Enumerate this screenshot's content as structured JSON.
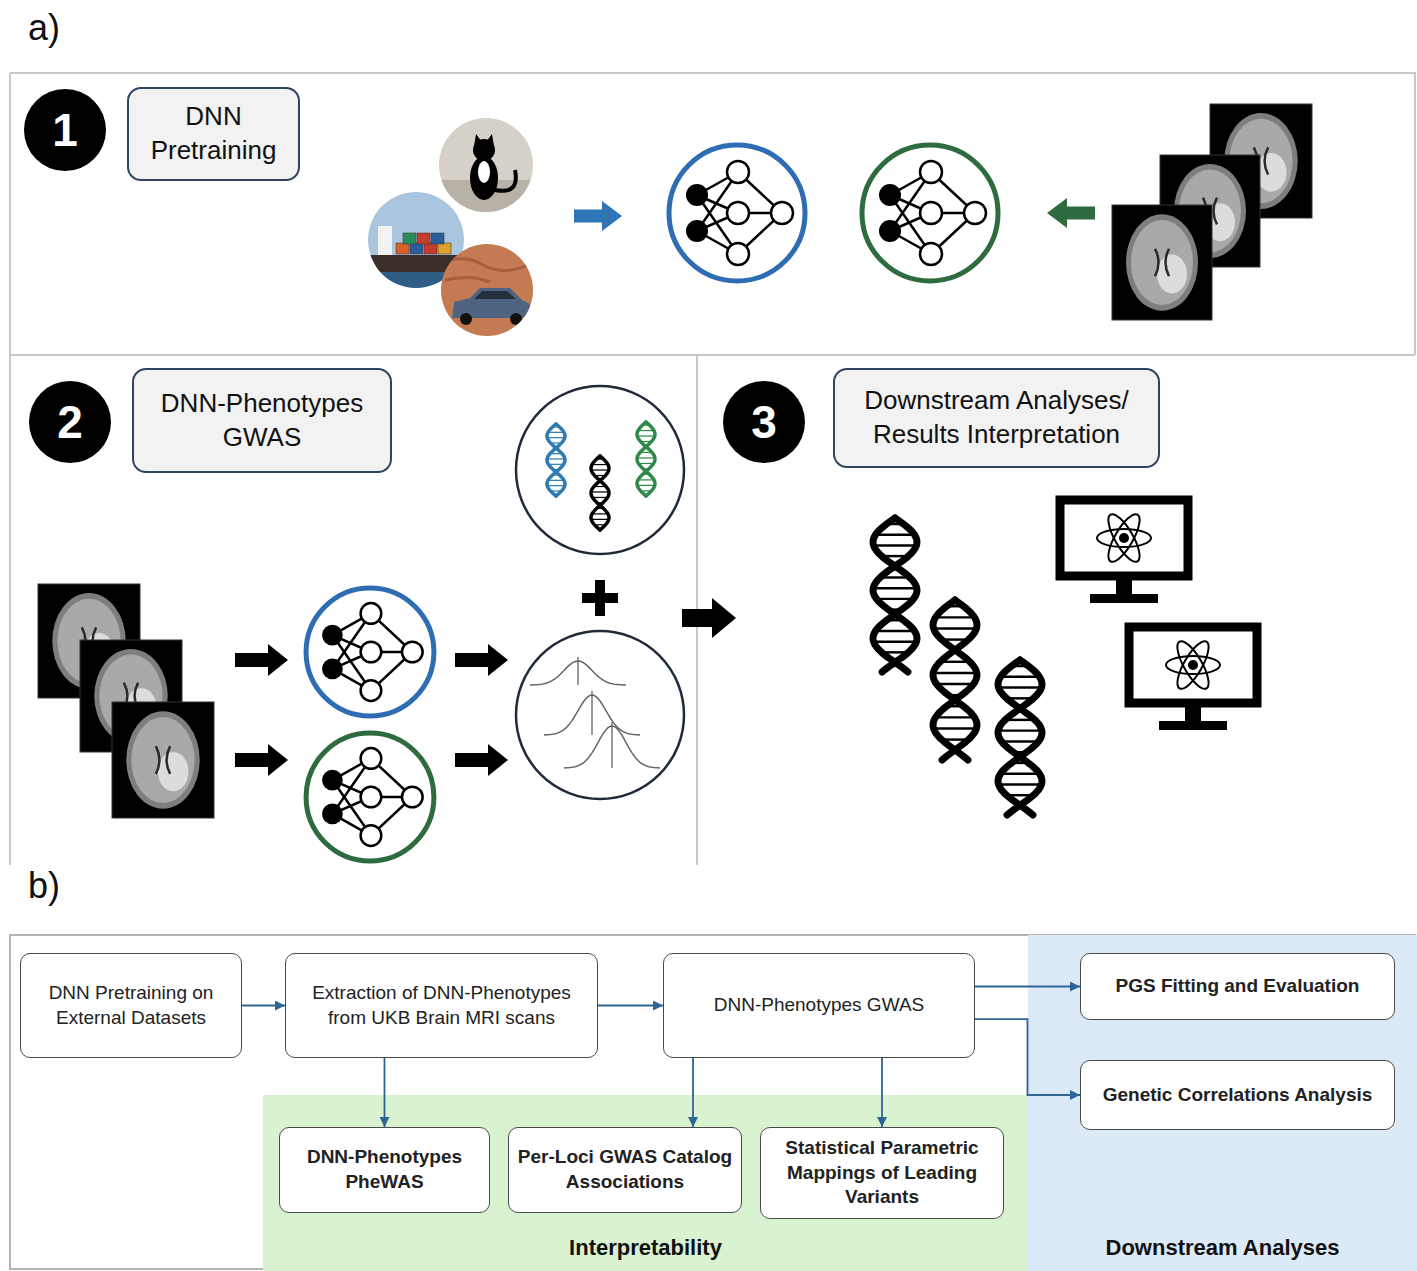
{
  "diagram": {
    "nodes": [
      {
        "text": [
          "1"
        ]
      },
      {
        "text": [
          "DNN Pretraining"
        ]
      },
      {
        "text": [
          "2"
        ]
      },
      {
        "text": [
          "DNN-Phenotypes GWAS"
        ]
      },
      {
        "text": [
          "3"
        ]
      },
      {
        "text": [
          "Downstream Analyses/ Results Interpretation"
        ]
      },
      {
        "text": [
          "DNN Pretraining on External Datasets"
        ]
      },
      {
        "text": [
          "Extraction of DNN-Phenotypes from UKB Brain MRI scans"
        ]
      },
      {
        "text": [
          "DNN-Phenotypes GWAS"
        ]
      },
      {
        "text": [
          "Interpretability"
        ]
      },
      {
        "text": [
          "DNN-Phenotypes PheWAS"
        ],
        "in": 9
      },
      {
        "text": [
          "Per-Loci GWAS Catalog Associations"
        ],
        "in": 9
      },
      {
        "text": [
          "Statistical Parametric Mappings of Leading Variants"
        ],
        "in": 9
      },
      {
        "text": [
          "Downstream Analyses"
        ]
      },
      {
        "text": [
          "PGS Fitting and Evaluation"
        ],
        "in": 13
      },
      {
        "text": [
          "Genetic Correlations Analysis"
        ],
        "in": 13
      }
    ],
    "edges": [
      {
        "from": 6,
        "to": 7,
        "arrow": "to"
      },
      {
        "from": 7,
        "to": 8,
        "arrow": "to"
      },
      {
        "from": 7,
        "to": 10,
        "arrow": "to"
      },
      {
        "from": 8,
        "to": 11,
        "arrow": "to"
      },
      {
        "from": 8,
        "to": 12,
        "arrow": "to"
      },
      {
        "from": 8,
        "to": 14,
        "arrow": "to"
      },
      {
        "from": 8,
        "to": 15,
        "arrow": "to"
      }
    ],
    "labels": [
      "a)",
      "b)"
    ]
  }
}
